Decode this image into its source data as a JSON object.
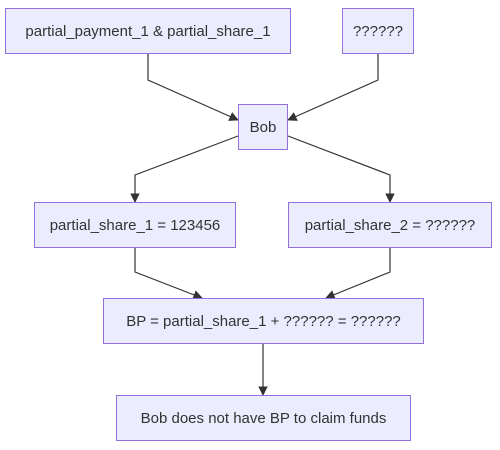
{
  "diagram": {
    "nodes": {
      "payment_and_share": "partial_payment_1 & partial_share_1",
      "unknown_input": "??????",
      "bob": "Bob",
      "share_1": "partial_share_1 = 123456",
      "share_2": "partial_share_2 = ??????",
      "bp_equation": "BP = partial_share_1 + ?????? = ??????",
      "result": "Bob does not have BP to claim funds"
    },
    "edges": [
      {
        "from": "payment_and_share",
        "to": "bob"
      },
      {
        "from": "unknown_input",
        "to": "bob"
      },
      {
        "from": "bob",
        "to": "share_1"
      },
      {
        "from": "bob",
        "to": "share_2"
      },
      {
        "from": "share_1",
        "to": "bp_equation"
      },
      {
        "from": "share_2",
        "to": "bp_equation"
      },
      {
        "from": "bp_equation",
        "to": "result"
      }
    ],
    "colors": {
      "node_fill": "#ececff",
      "node_border": "#9370db",
      "edge_stroke": "#333333",
      "text": "#333333"
    }
  }
}
